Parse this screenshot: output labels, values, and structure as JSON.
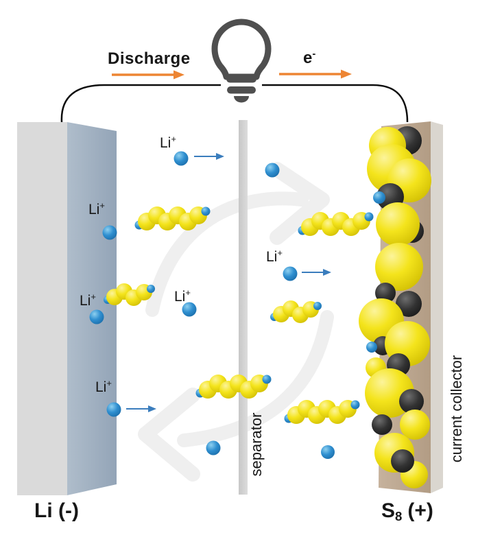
{
  "top": {
    "discharge_label": "Discharge",
    "electron_base": "e",
    "electron_sup": "-"
  },
  "electrodes": {
    "anode_label": "Li (-)",
    "cathode_base": "S",
    "cathode_sub": "8",
    "cathode_rest": "(+)",
    "separator_label": "separator",
    "current_collector_label": "current collector"
  },
  "ion": {
    "base": "Li",
    "sup": "+"
  },
  "icons": {
    "bulb": "light-bulb-icon",
    "cycle_arrows": "gray-cycle-arrow-icons"
  },
  "colors": {
    "orange_arrow": "#ED8533",
    "blue_ion": "#2F8FD0",
    "blue_arrow": "#3A7DBD",
    "sulfur_yellow": "#F4E41C",
    "carbon_black": "#2B2B2B",
    "anode_front_gray": "#DADADA",
    "anode_side_bluegray": "#9FB0C1",
    "cathode_tan": "#BCA791",
    "cathode_side_gray": "#DAD6CF",
    "separator_gray": "#D2D2D2",
    "cycle_arrow_gray": "#EFEFEF",
    "bulb_gray": "#4F4F4F",
    "wire_black": "#0D0D0D"
  }
}
